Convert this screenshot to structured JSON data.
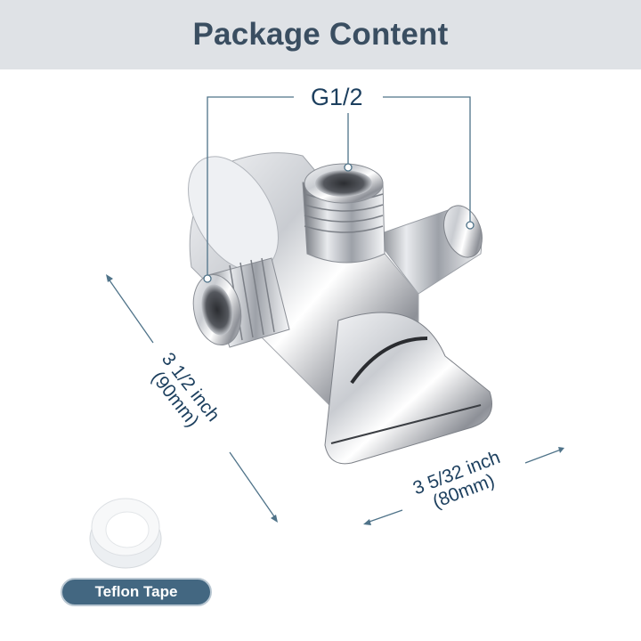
{
  "header": {
    "title": "Package Content"
  },
  "callouts": {
    "thread_size": "G1/2"
  },
  "dimensions": {
    "height": {
      "line1": "3 1/2 inch",
      "line2": "(90mm)"
    },
    "width": {
      "line1": "3 5/32 inch",
      "line2": "(80mm)"
    }
  },
  "accessory": {
    "label": "Teflon Tape"
  },
  "colors": {
    "header_bg": "#dfe2e6",
    "title": "#3a4e61",
    "annotation": "#1c3f5e",
    "leader_line": "#4f7389",
    "badge_bg": "#436781"
  }
}
